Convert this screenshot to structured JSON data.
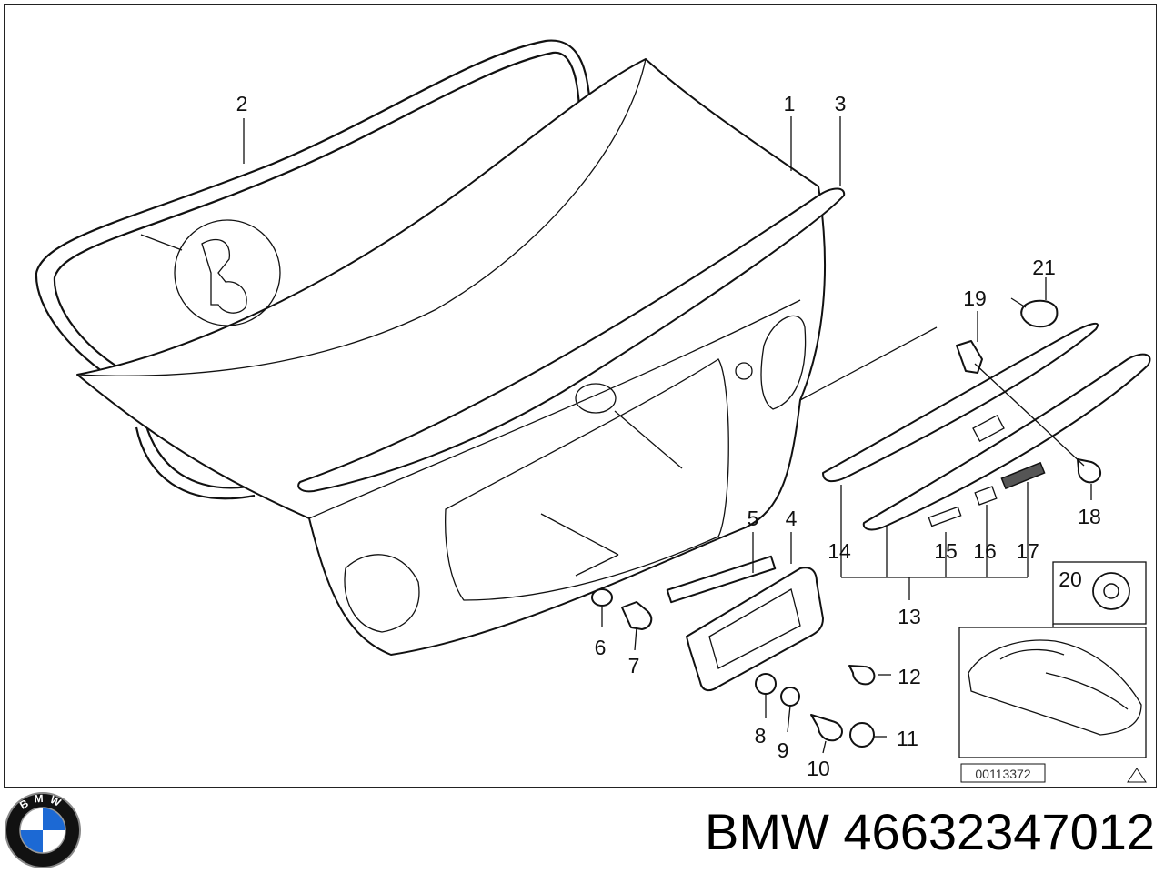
{
  "diagram": {
    "callouts": [
      {
        "id": "c1",
        "text": "1"
      },
      {
        "id": "c2",
        "text": "2"
      },
      {
        "id": "c3",
        "text": "3"
      },
      {
        "id": "c4",
        "text": "4"
      },
      {
        "id": "c5",
        "text": "5"
      },
      {
        "id": "c6",
        "text": "6"
      },
      {
        "id": "c7",
        "text": "7"
      },
      {
        "id": "c8",
        "text": "8"
      },
      {
        "id": "c9",
        "text": "9"
      },
      {
        "id": "c10",
        "text": "10"
      },
      {
        "id": "c11",
        "text": "11"
      },
      {
        "id": "c12",
        "text": "12"
      },
      {
        "id": "c13",
        "text": "13"
      },
      {
        "id": "c14",
        "text": "14"
      },
      {
        "id": "c15",
        "text": "15"
      },
      {
        "id": "c16",
        "text": "16"
      },
      {
        "id": "c17",
        "text": "17"
      },
      {
        "id": "c18",
        "text": "18"
      },
      {
        "id": "c19",
        "text": "19"
      },
      {
        "id": "c20",
        "text": "20"
      },
      {
        "id": "c21",
        "text": "21"
      }
    ],
    "drawing_code": "00113372"
  },
  "footer": {
    "brand": "BMW",
    "part_number": "46632347012",
    "logo_letters": "BMW",
    "logo_colors": {
      "ring": "#111111",
      "blue": "#1c69d4",
      "white": "#ffffff"
    }
  }
}
